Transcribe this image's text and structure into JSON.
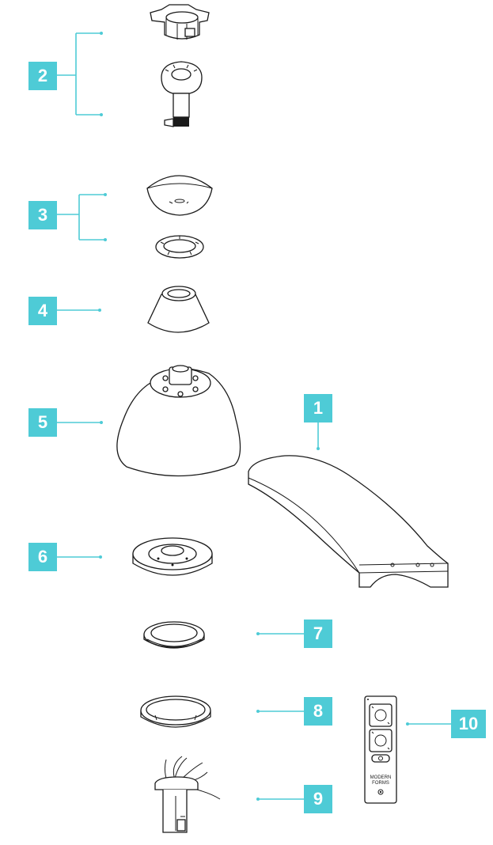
{
  "callouts": {
    "c1": "1",
    "c2": "2",
    "c3": "3",
    "c4": "4",
    "c5": "5",
    "c6": "6",
    "c7": "7",
    "c8": "8",
    "c9": "9",
    "c10": "10"
  },
  "remote": {
    "brand_line1": "MODERN",
    "brand_line2": "FORMS"
  },
  "colors": {
    "accent": "#4ecbd6",
    "ink": "#1a1a1a"
  }
}
